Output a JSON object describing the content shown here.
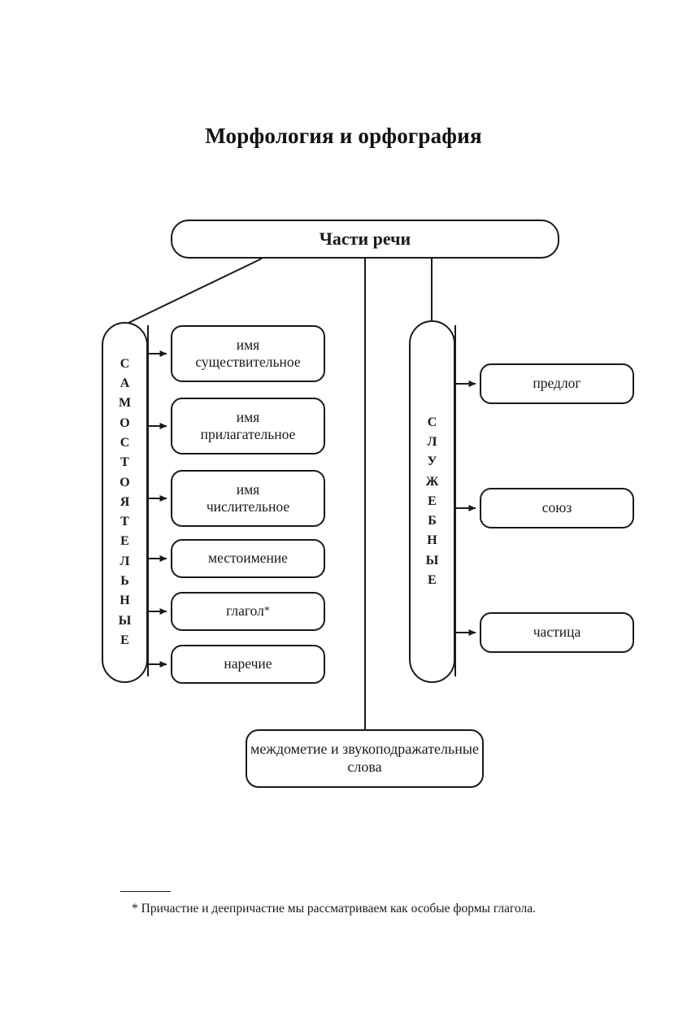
{
  "page": {
    "title": "Морфология и орфография",
    "background_color": "#ffffff",
    "line_color": "#1a1a1a",
    "text_color": "#1a1a1a"
  },
  "diagram": {
    "type": "tree",
    "root": {
      "label": "Части речи"
    },
    "groups": [
      {
        "id": "independent",
        "label": "САМОСТОЯТЕЛЬНЫЕ",
        "letters": [
          "С",
          "А",
          "М",
          "О",
          "С",
          "Т",
          "О",
          "Я",
          "Т",
          "Е",
          "Л",
          "Ь",
          "Н",
          "Ы",
          "Е"
        ],
        "children": [
          {
            "id": "noun",
            "line1": "имя",
            "line2": "существительное"
          },
          {
            "id": "adjective",
            "line1": "имя",
            "line2": "прилагательное"
          },
          {
            "id": "numeral",
            "line1": "имя",
            "line2": "числительное"
          },
          {
            "id": "pronoun",
            "line1": "местоимение",
            "line2": ""
          },
          {
            "id": "verb",
            "line1": "глагол",
            "line2": "",
            "footnote_marker": "*"
          },
          {
            "id": "adverb",
            "line1": "наречие",
            "line2": ""
          }
        ]
      },
      {
        "id": "auxiliary",
        "label": "СЛУЖЕБНЫЕ",
        "letters": [
          "С",
          "Л",
          "У",
          "Ж",
          "Е",
          "Б",
          "Н",
          "Ы",
          "Е"
        ],
        "children": [
          {
            "id": "preposition",
            "line1": "предлог",
            "line2": ""
          },
          {
            "id": "conjunction",
            "line1": "союз",
            "line2": ""
          },
          {
            "id": "particle",
            "line1": "частица",
            "line2": ""
          }
        ]
      }
    ],
    "standalone": {
      "id": "interjection",
      "line1": "междометие",
      "line2": "и звукоподражательные слова"
    }
  },
  "footnote": {
    "marker": "*",
    "text": "* Причастие и деепричастие мы рассматриваем как особые формы глагола."
  }
}
